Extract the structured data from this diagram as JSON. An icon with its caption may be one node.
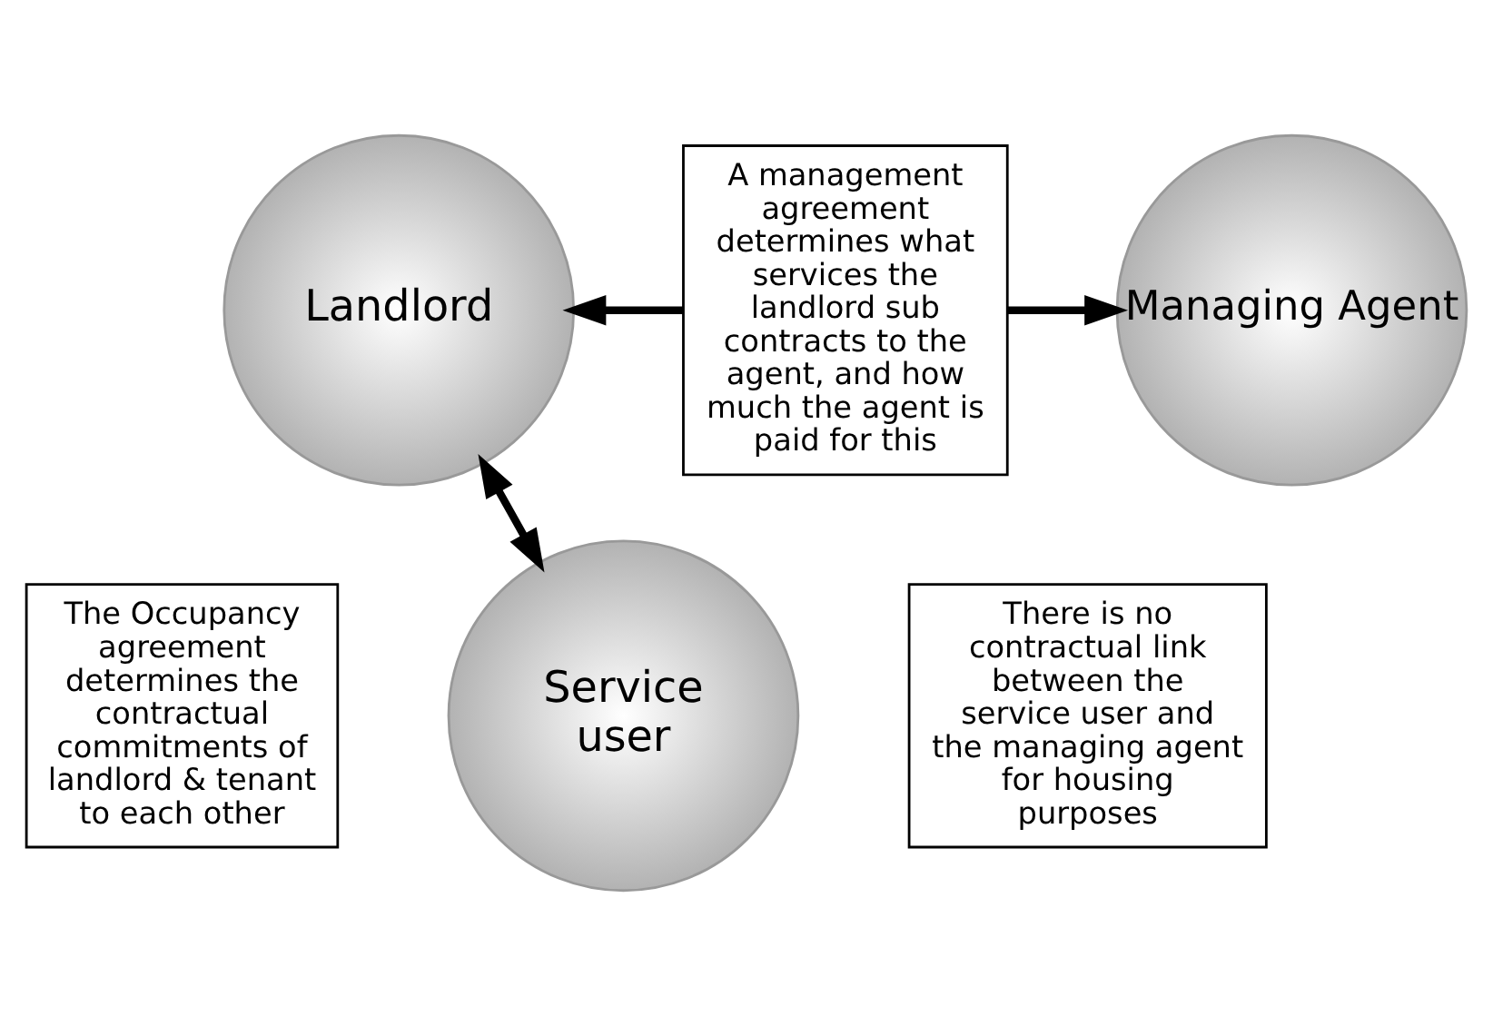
{
  "diagram": {
    "nodes": [
      {
        "text": [
          "Landlord"
        ]
      },
      {
        "text": [
          "A management agreement determines what services the landlord sub contracts to the agent, and how much the agent is paid for this"
        ]
      },
      {
        "text": [
          "Managing Agent"
        ]
      },
      {
        "text": [
          "The Occupancy agreement determines the contractual commitments of landlord & tenant to each other"
        ]
      },
      {
        "text": [
          "Service user"
        ]
      },
      {
        "text": [
          "There is no contractual link between the service user and the managing agent for housing purposes"
        ]
      }
    ],
    "edges": [
      {
        "from": 1,
        "to": 0,
        "arrow": "to"
      },
      {
        "from": 1,
        "to": 2,
        "arrow": "to"
      },
      {
        "from": 0,
        "to": 4,
        "arrow": "both"
      }
    ]
  }
}
